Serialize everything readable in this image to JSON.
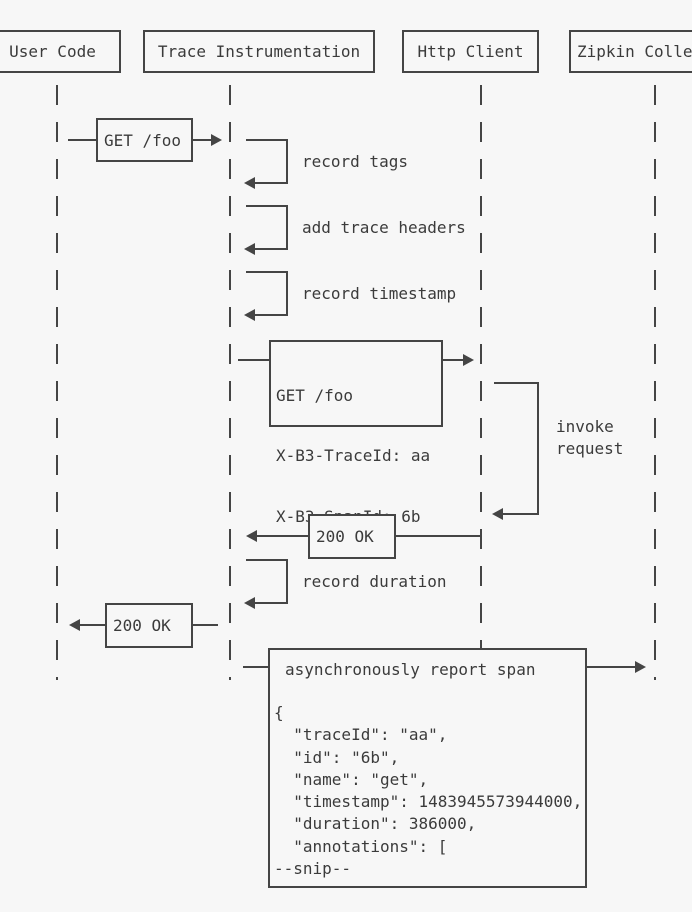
{
  "colors": {
    "background": "#f7f7f7",
    "stroke": "#454545",
    "text": "#3b3b3b"
  },
  "actors": [
    {
      "label": "User Code"
    },
    {
      "label": "Trace Instrumentation"
    },
    {
      "label": "Http Client"
    },
    {
      "label": "Zipkin Collector"
    }
  ],
  "messages": {
    "get_foo": "GET /foo",
    "record_tags": "record tags",
    "add_trace_headers": "add trace headers",
    "record_timestamp": "record timestamp",
    "traced_request": [
      "GET /foo",
      "X-B3-TraceId: aa",
      "X-B3-SpanId: 6b"
    ],
    "invoke_request": [
      "invoke",
      "request"
    ],
    "ok_to_instrumentation": "200 OK",
    "record_duration": "record duration",
    "ok_to_user": "200 OK",
    "report_span_title": "asynchronously report span",
    "report_span_payload": "{\n  \"traceId\": \"aa\",\n  \"id\": \"6b\",\n  \"name\": \"get\",\n  \"timestamp\": 1483945573944000,\n  \"duration\": 386000,\n  \"annotations\": [\n--snip--"
  }
}
